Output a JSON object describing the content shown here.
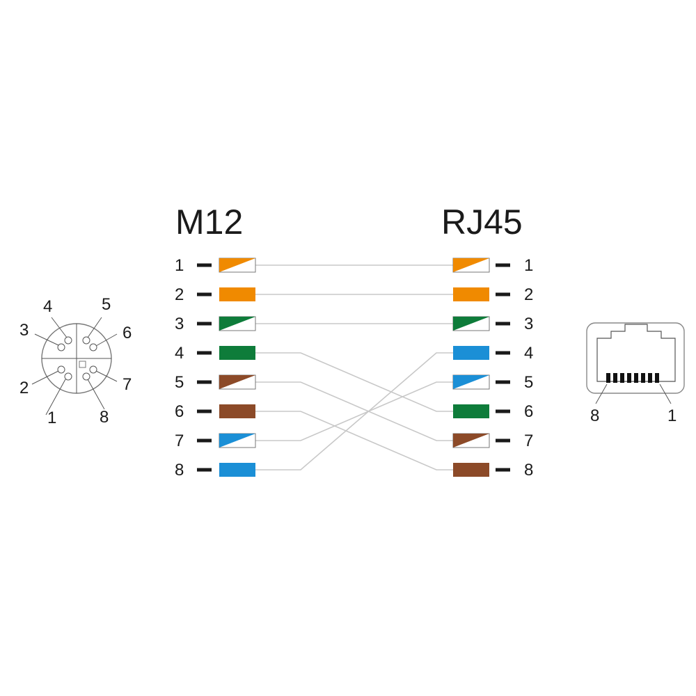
{
  "left_connector": {
    "title": "M12",
    "face_labels": [
      "1",
      "2",
      "3",
      "4",
      "5",
      "6",
      "7",
      "8"
    ]
  },
  "right_connector": {
    "title": "RJ45",
    "face_labels": {
      "left": "8",
      "right": "1"
    }
  },
  "colors": {
    "orange": "#f08a00",
    "green": "#0e7c3a",
    "brown": "#8c4a28",
    "blue": "#1b8fd6",
    "wire": "#c8c8c8",
    "white": "#ffffff"
  },
  "m12_pins": [
    {
      "pin": "1",
      "color": "orange",
      "striped": true
    },
    {
      "pin": "2",
      "color": "orange",
      "striped": false
    },
    {
      "pin": "3",
      "color": "green",
      "striped": true
    },
    {
      "pin": "4",
      "color": "green",
      "striped": false
    },
    {
      "pin": "5",
      "color": "brown",
      "striped": true
    },
    {
      "pin": "6",
      "color": "brown",
      "striped": false
    },
    {
      "pin": "7",
      "color": "blue",
      "striped": true
    },
    {
      "pin": "8",
      "color": "blue",
      "striped": false
    }
  ],
  "rj45_pins": [
    {
      "pin": "1",
      "color": "orange",
      "striped": true
    },
    {
      "pin": "2",
      "color": "orange",
      "striped": false
    },
    {
      "pin": "3",
      "color": "green",
      "striped": true
    },
    {
      "pin": "4",
      "color": "blue",
      "striped": false
    },
    {
      "pin": "5",
      "color": "blue",
      "striped": true
    },
    {
      "pin": "6",
      "color": "green",
      "striped": false
    },
    {
      "pin": "7",
      "color": "brown",
      "striped": true
    },
    {
      "pin": "8",
      "color": "brown",
      "striped": false
    }
  ],
  "connections": [
    {
      "m12": "1",
      "rj45": "1"
    },
    {
      "m12": "2",
      "rj45": "2"
    },
    {
      "m12": "3",
      "rj45": "3"
    },
    {
      "m12": "4",
      "rj45": "6"
    },
    {
      "m12": "5",
      "rj45": "7"
    },
    {
      "m12": "6",
      "rj45": "8"
    },
    {
      "m12": "7",
      "rj45": "5"
    },
    {
      "m12": "8",
      "rj45": "4"
    }
  ]
}
